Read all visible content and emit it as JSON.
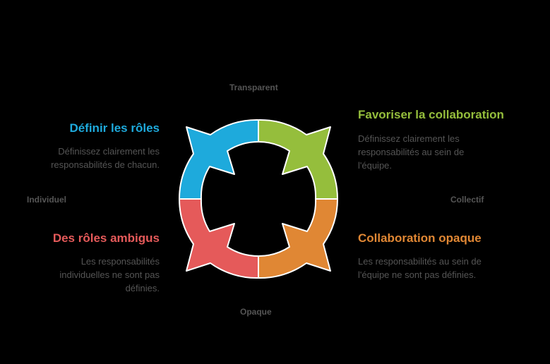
{
  "axes": {
    "top": "Transparent",
    "bottom": "Opaque",
    "left": "Individuel",
    "right": "Collectif"
  },
  "quadrants": {
    "top_left": {
      "title": "Définir les rôles",
      "description": "Définissez clairement les responsabilités de chacun.",
      "color": "#1eaadc"
    },
    "top_right": {
      "title": "Favoriser la collaboration",
      "description": "Définissez clairement les responsabilités au sein de l'équipe.",
      "color": "#95be3c"
    },
    "bottom_left": {
      "title": "Des rôles ambigus",
      "description": "Les responsabilités individuelles ne sont pas définies.",
      "color": "#e55a5a"
    },
    "bottom_right": {
      "title": "Collaboration opaque",
      "description": "Les responsabilités au sein de l'équipe ne sont pas définies.",
      "color": "#e08734"
    }
  },
  "colors": {
    "background": "#000000",
    "text_gray": "#555555",
    "ring_stroke": "#ffffff"
  }
}
